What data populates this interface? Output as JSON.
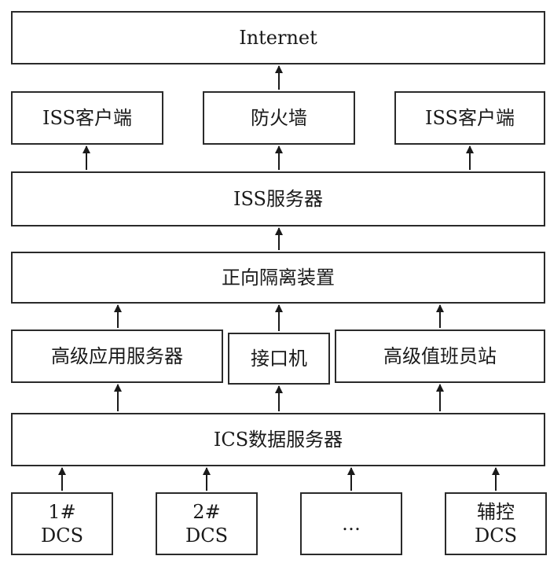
{
  "nodes": {
    "internet": "Internet",
    "iss_client_left": "ISS客户端",
    "firewall": "防火墙",
    "iss_client_right": "ISS客户端",
    "iss_server": "ISS服务器",
    "forward_isolation": "正向隔离装置",
    "advanced_app_server": "高级应用服务器",
    "interface_machine": "接口机",
    "senior_duty_station": "高级值班员站",
    "ics_data_server": "ICS数据服务器",
    "dcs1": {
      "line1": "1#",
      "line2": "DCS"
    },
    "dcs2": {
      "line1": "2#",
      "line2": "DCS"
    },
    "ellipsis": "…",
    "aux_dcs": {
      "line1": "辅控",
      "line2": "DCS"
    }
  }
}
